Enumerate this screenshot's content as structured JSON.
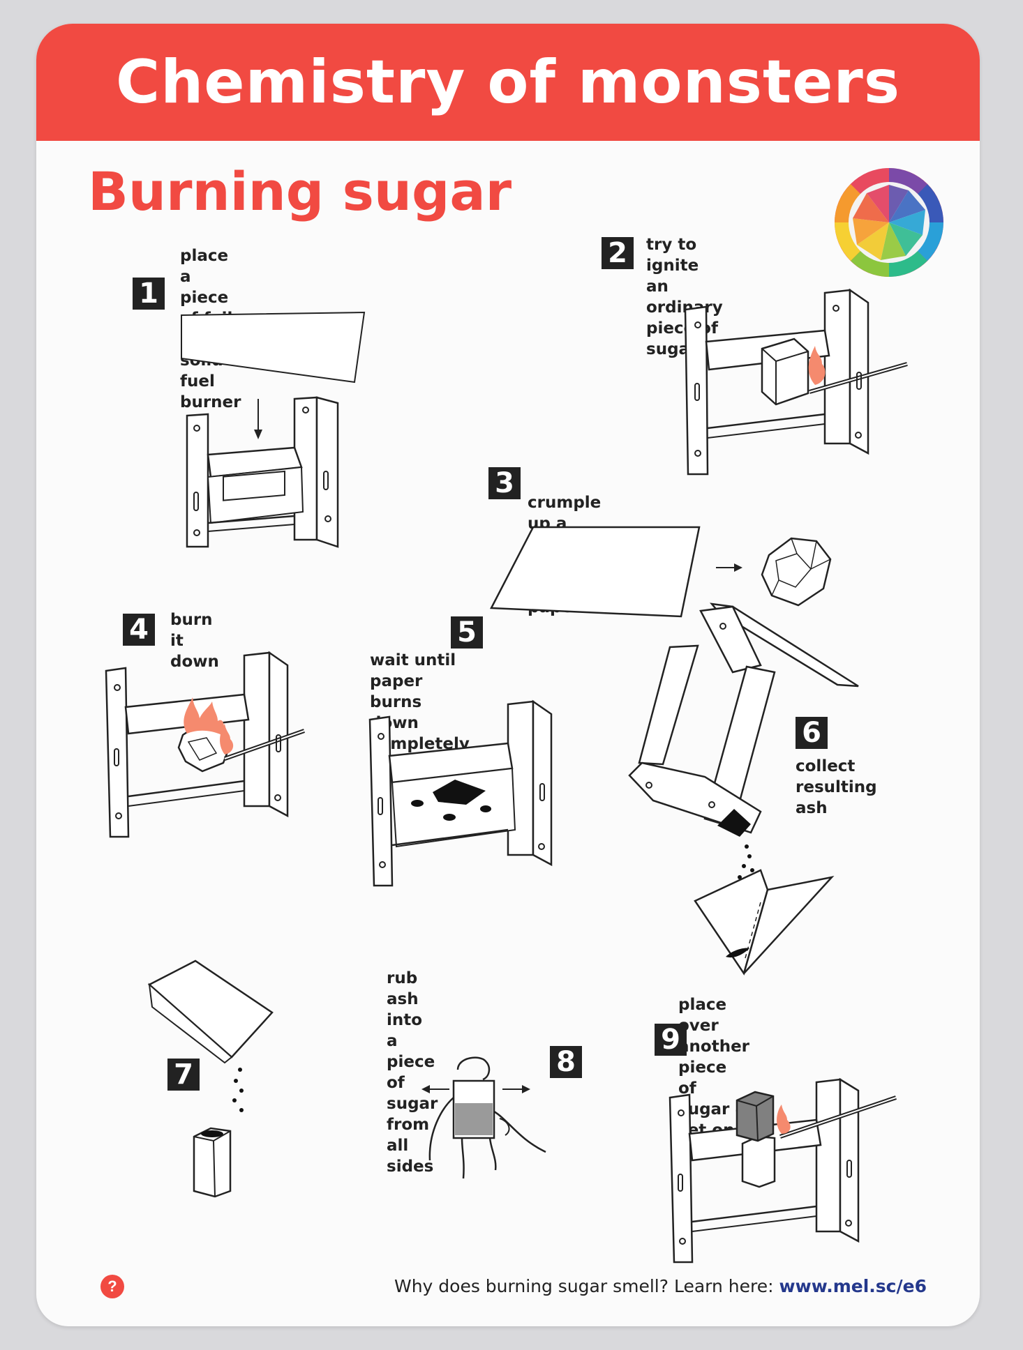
{
  "banner": {
    "title": "Chemistry of monsters"
  },
  "subtitle": "Burning sugar",
  "steps": [
    {
      "number": "1",
      "text": "place a piece of foil\nin the solid fuel burner"
    },
    {
      "number": "2",
      "text": "try to ignite\nan ordinary\npiece of sugar"
    },
    {
      "number": "3",
      "text": "crumple up a small sheet of paper"
    },
    {
      "number": "4",
      "text": "burn it\ndown"
    },
    {
      "number": "5",
      "text": "wait until paper\nburns down completely"
    },
    {
      "number": "6",
      "text": "collect\nresulting ash"
    },
    {
      "number": "7",
      "text": ""
    },
    {
      "number": "8",
      "text": "rub ash into\na piece of sugar\nfrom all sides"
    },
    {
      "number": "9",
      "text": "place over\nanother piece\nof sugar &\nset on fire"
    }
  ],
  "footer": {
    "badge": "?",
    "question": "Why does burning sugar smell? Learn here:",
    "link": "www.mel.sc/e6"
  },
  "colors": {
    "brand_red": "#f14a42",
    "flame": "#f58a6e",
    "link_blue": "#24388c"
  },
  "icons": [
    "color-wheel-icon",
    "flame-icon",
    "burner-icon",
    "arrow-icon",
    "sugar-cube-icon"
  ]
}
